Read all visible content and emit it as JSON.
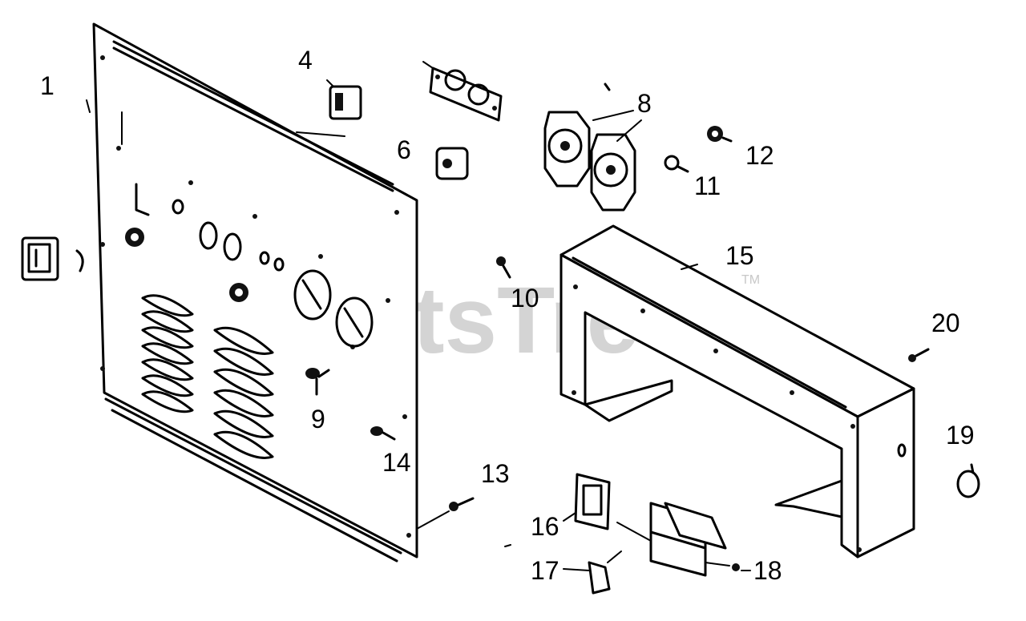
{
  "watermark": {
    "text": "PartsTree",
    "trademark": "TM"
  },
  "callouts": [
    "1",
    "4",
    "6",
    "8",
    "12",
    "11",
    "10",
    "15",
    "20",
    "9",
    "14",
    "13",
    "19",
    "16",
    "17",
    "18"
  ],
  "colors": {
    "ink": "#000000",
    "watermark": "#d4d4d4",
    "background": "#ffffff"
  }
}
